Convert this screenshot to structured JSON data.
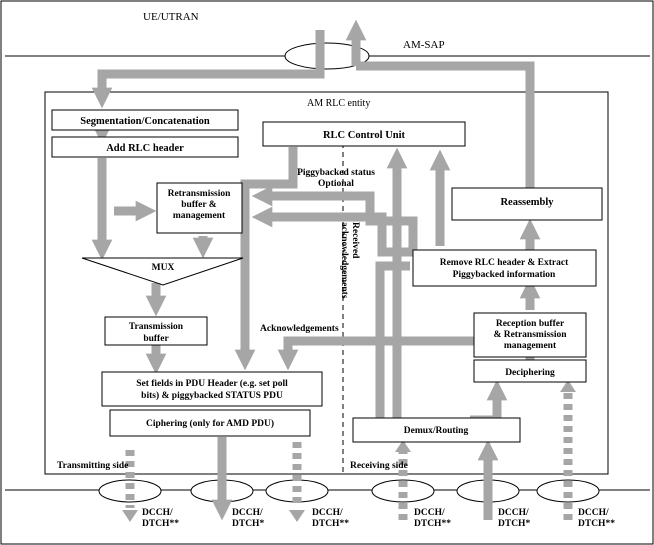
{
  "title": "UE/UTRAN",
  "sap_label": "AM-SAP",
  "entity_label": "AM RLC entity",
  "tx": {
    "segmentation": "Segmentation/Concatenation",
    "add_header": "Add RLC header",
    "retrans_1": "Retransmission",
    "retrans_2": "buffer &",
    "retrans_3": "management",
    "mux": "MUX",
    "tx_buffer_1": "Transmission",
    "tx_buffer_2": "buffer",
    "set_fields_1": "Set fields in PDU Header (e.g. set poll",
    "set_fields_2": "bits) & piggybacked STATUS PDU",
    "ciphering": "Ciphering (only for AMD PDU)",
    "side_label": "Transmitting side"
  },
  "rx": {
    "control_unit": "RLC Control Unit",
    "piggy_status_1": "Piggybacked status",
    "piggy_status_2": "Optional",
    "received_ack_1": "Received",
    "received_ack_2": "acknowledgements",
    "acknowledgements": "Acknowledgements",
    "reassembly": "Reassembly",
    "remove_header_1": "Remove RLC header & Extract",
    "remove_header_2": "Piggybacked information",
    "reception_1": "Reception buffer",
    "reception_2": "& Retransmission",
    "reception_3": "management",
    "deciphering": "Deciphering",
    "demux": "Demux/Routing",
    "side_label": "Receiving side"
  },
  "channels": [
    {
      "line1": "DCCH/",
      "line2": "DTCH**"
    },
    {
      "line1": "DCCH/",
      "line2": "DTCH*"
    },
    {
      "line1": "DCCH/",
      "line2": "DTCH**"
    },
    {
      "line1": "DCCH/",
      "line2": "DTCH**"
    },
    {
      "line1": "DCCH/",
      "line2": "DTCH*"
    },
    {
      "line1": "DCCH/",
      "line2": "DTCH**"
    }
  ],
  "colors": {
    "arrow": "#a6a6a6",
    "line": "#000000",
    "background": "#ffffff"
  }
}
